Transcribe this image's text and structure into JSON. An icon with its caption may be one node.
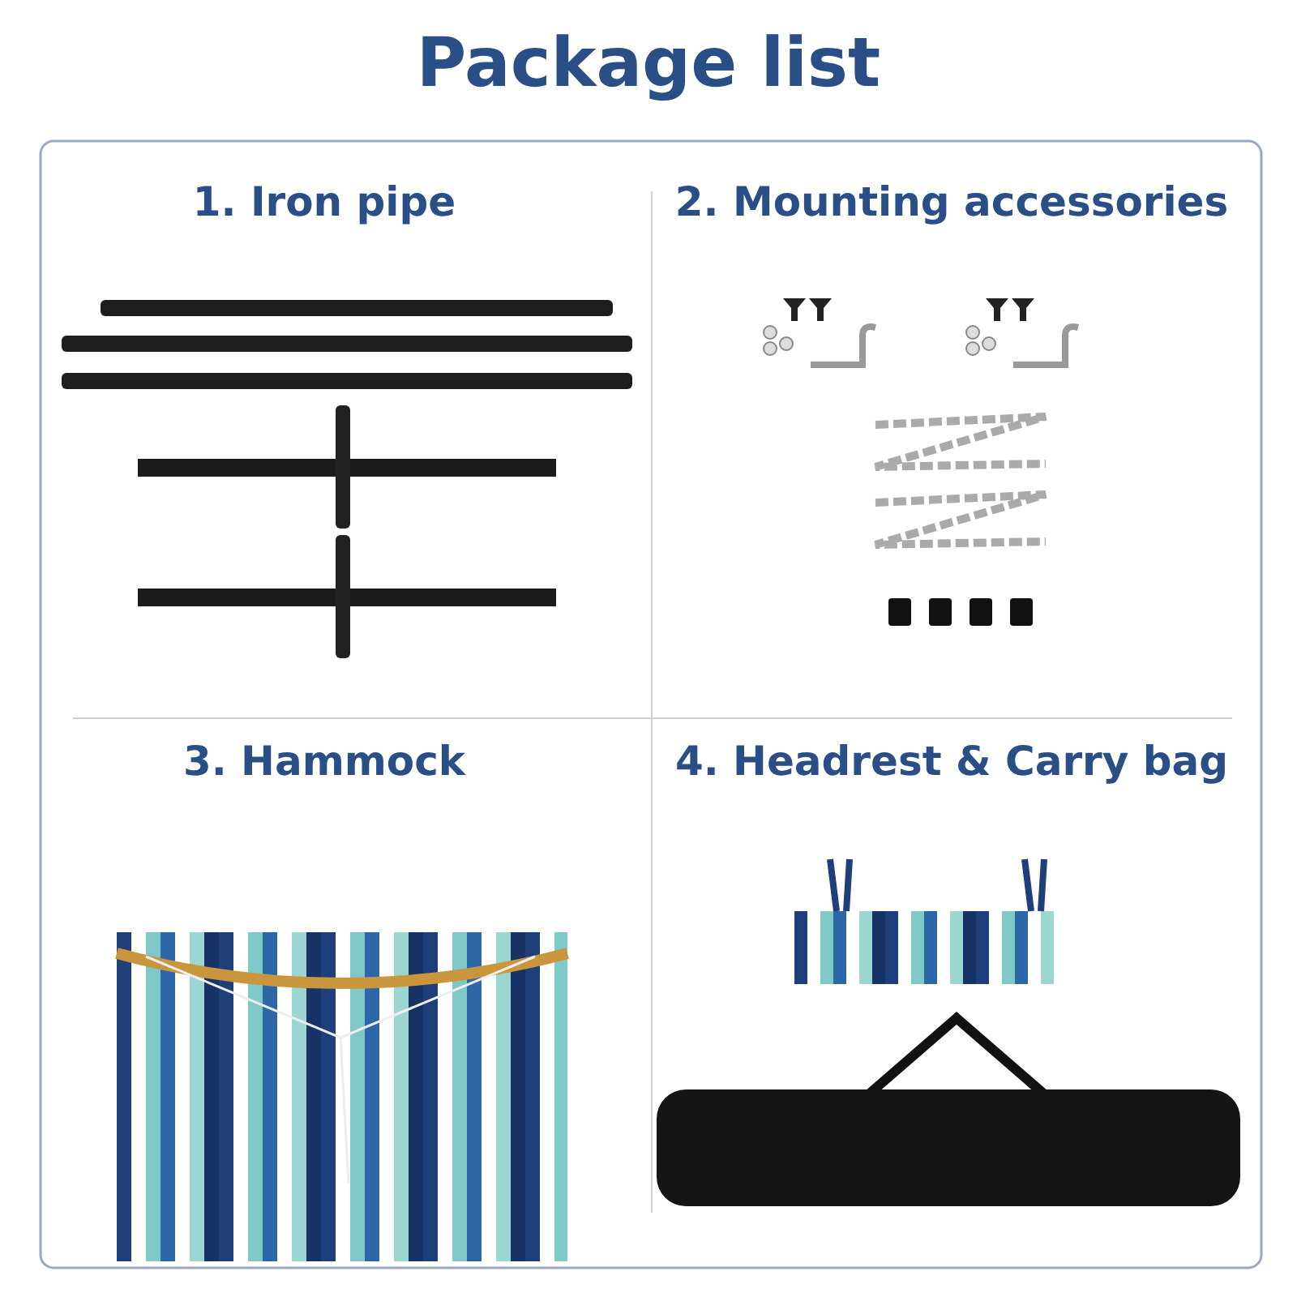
{
  "diagram": {
    "title": "Package list",
    "labels": [
      "1. Iron pipe",
      "2. Mounting accessories",
      "3. Hammock",
      "4. Headrest & Carry bag"
    ]
  }
}
